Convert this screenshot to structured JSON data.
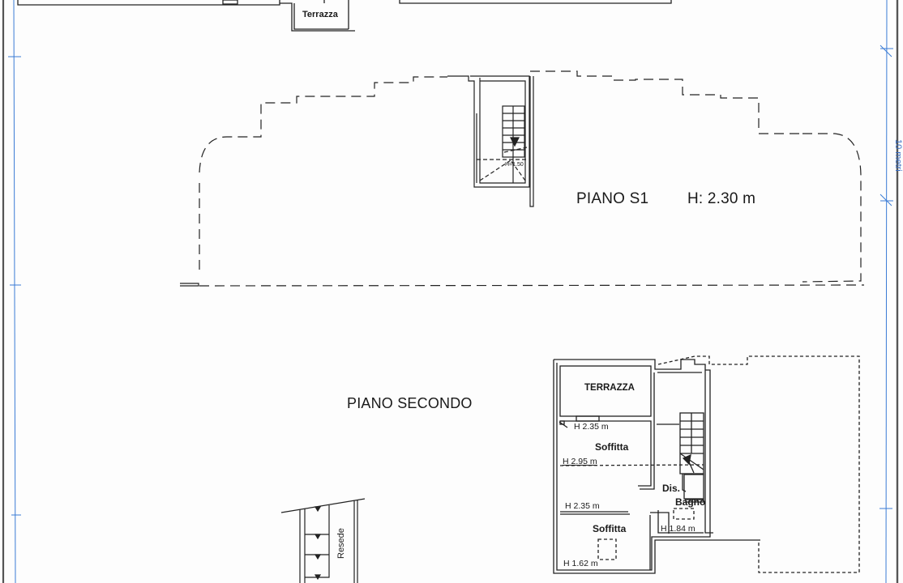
{
  "drawing": {
    "type": "architectural floor plan (scanned)",
    "background": "#fdfdfd",
    "line_color": "#222222",
    "scale_line_color": "#3a7bd5"
  },
  "top_fragment": {
    "room_label": "Terrazza"
  },
  "piano_s1": {
    "title": "PIANO S1",
    "height": "H: 2.30 m",
    "stair_height": "H=1.50"
  },
  "piano_secondo": {
    "title": "PIANO SECONDO",
    "rooms": [
      {
        "name": "TERRAZZA"
      },
      {
        "name": "Soffitta",
        "heights": [
          "H 2.35 m",
          "H 2.95 m"
        ]
      },
      {
        "name": "Dis."
      },
      {
        "name": "Bagno",
        "heights": [
          "H 1.84 m"
        ]
      },
      {
        "name": "Soffitta",
        "heights": [
          "H 2.35 m",
          "H 1.62 m"
        ]
      }
    ]
  },
  "external": {
    "resede_label": "Resede"
  },
  "scale_bar": {
    "label": "10 metri"
  }
}
